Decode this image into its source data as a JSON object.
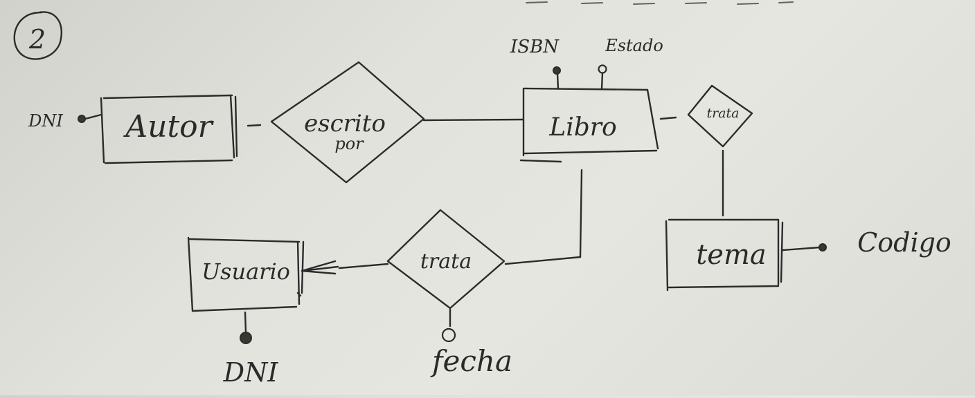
{
  "diagram": {
    "number": "2",
    "entities": {
      "autor": {
        "label": "Autor"
      },
      "libro": {
        "label": "Libro"
      },
      "usuario": {
        "label": "Usuario"
      },
      "tema": {
        "label": "tema"
      }
    },
    "relationships": {
      "escrito_por": {
        "label_line1": "escrito",
        "label_line2": "por"
      },
      "trata_libro_tema": {
        "label": "trata"
      },
      "trata_usuario_libro": {
        "label": "trata"
      }
    },
    "attributes": {
      "autor_dni": {
        "label": "DNI",
        "type": "key"
      },
      "libro_isbn": {
        "label": "ISBN",
        "type": "key"
      },
      "libro_estado": {
        "label": "Estado",
        "type": "regular"
      },
      "usuario_dni": {
        "label": "DNI",
        "type": "key"
      },
      "tema_codigo": {
        "label": "Codigo",
        "type": "key"
      },
      "trata_fecha": {
        "label": "fecha",
        "type": "regular"
      }
    }
  }
}
